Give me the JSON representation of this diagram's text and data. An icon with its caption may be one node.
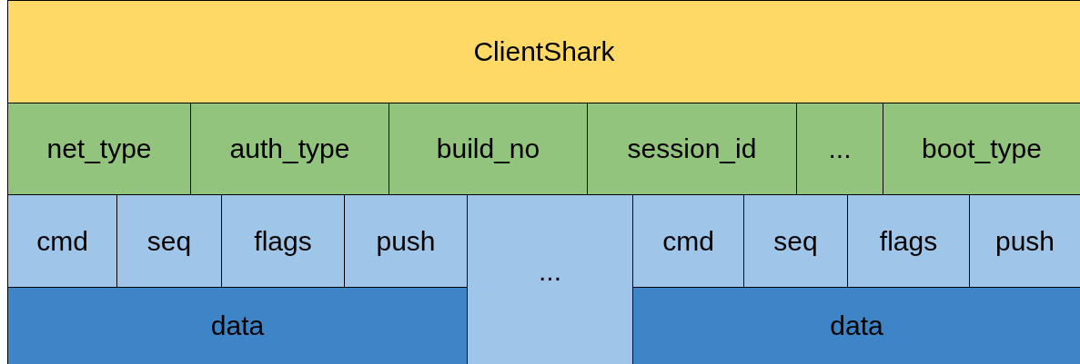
{
  "diagram": {
    "nodes": [
      {
        "text": [
          "ClientShark"
        ]
      },
      {
        "text": [
          "net_type"
        ]
      },
      {
        "text": [
          "auth_type"
        ]
      },
      {
        "text": [
          "build_no"
        ]
      },
      {
        "text": [
          "session_id"
        ]
      },
      {
        "text": [
          "..."
        ]
      },
      {
        "text": [
          "boot_type"
        ]
      },
      {
        "text": [
          "cmd"
        ]
      },
      {
        "text": [
          "seq"
        ]
      },
      {
        "text": [
          "flags"
        ]
      },
      {
        "text": [
          "push"
        ]
      },
      {
        "text": [
          "..."
        ]
      },
      {
        "text": [
          "cmd"
        ]
      },
      {
        "text": [
          "seq"
        ]
      },
      {
        "text": [
          "flags"
        ]
      },
      {
        "text": [
          "push"
        ]
      },
      {
        "text": [
          "data"
        ]
      },
      {
        "text": [
          "data"
        ]
      }
    ]
  }
}
